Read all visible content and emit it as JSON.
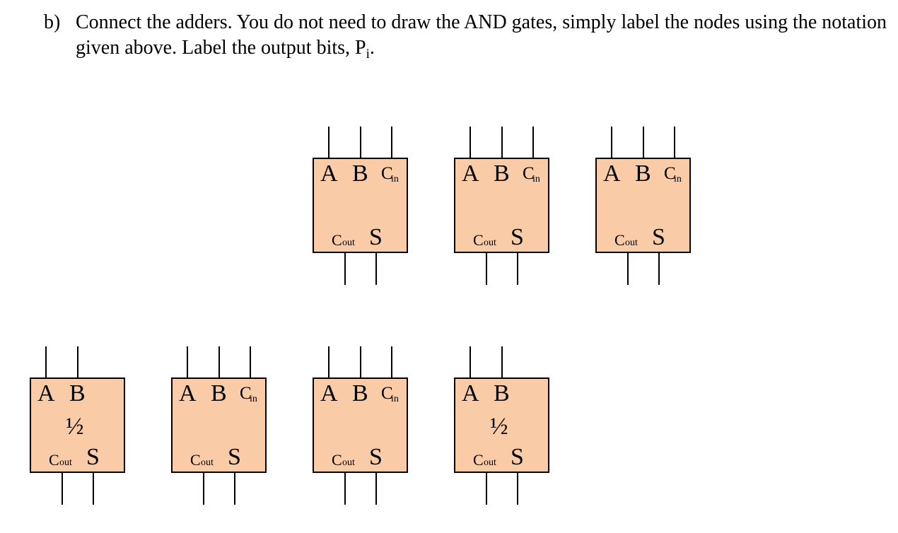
{
  "question": {
    "label": "b)",
    "text": "Connect the adders. You do not need to draw the AND gates, simply label the nodes using the notation given above. Label the output bits, P",
    "subscript": "i",
    "end": "."
  },
  "adder_labels": {
    "a": "A",
    "b": "B",
    "c": "C",
    "in": "in",
    "out": "out",
    "s": "S",
    "half": "½"
  },
  "adders": [
    {
      "id": "top-1",
      "type": "full"
    },
    {
      "id": "top-2",
      "type": "full"
    },
    {
      "id": "top-3",
      "type": "full"
    },
    {
      "id": "bottom-1",
      "type": "half"
    },
    {
      "id": "bottom-2",
      "type": "full"
    },
    {
      "id": "bottom-3",
      "type": "full"
    },
    {
      "id": "bottom-4",
      "type": "half"
    }
  ],
  "colors": {
    "box_fill": "#f9cba7",
    "stroke": "#000000"
  }
}
